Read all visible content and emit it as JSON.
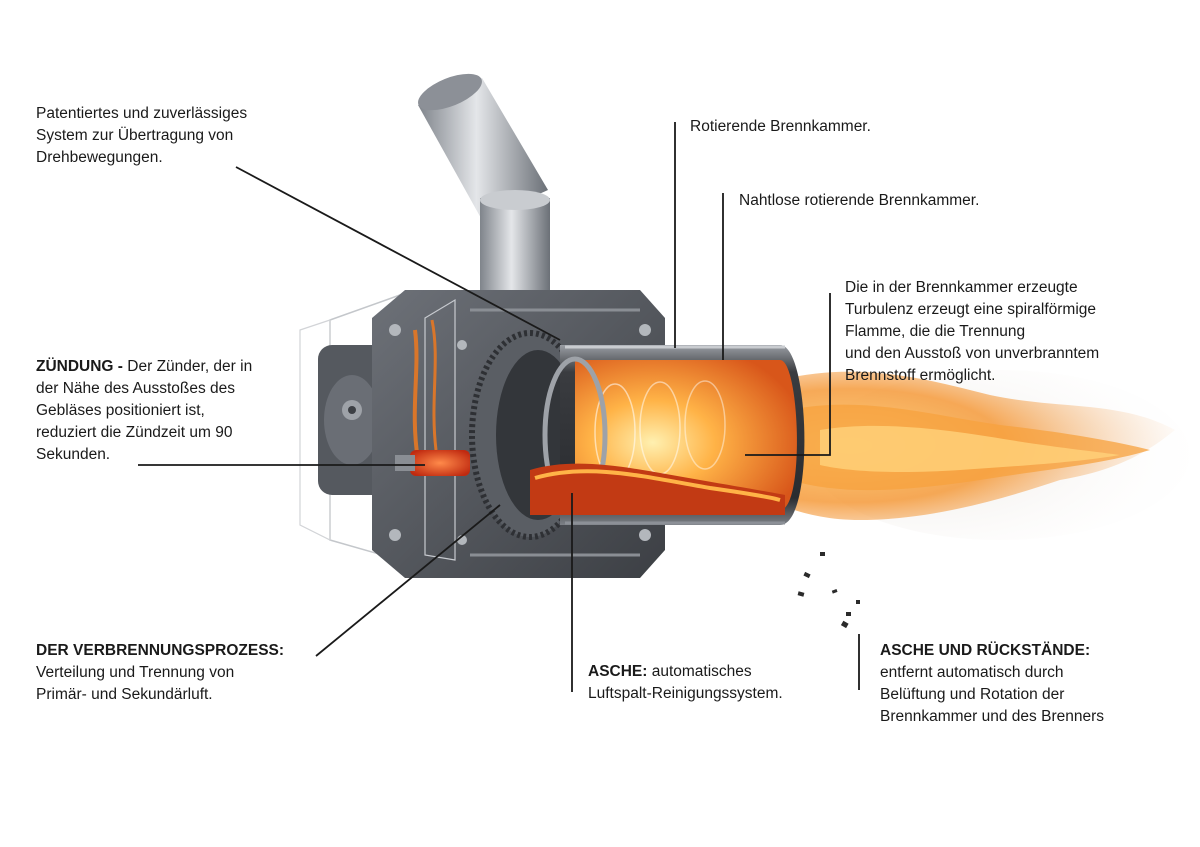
{
  "labels": {
    "drive_system": {
      "lines": [
        "Patentiertes und zuverlässiges",
        "System zur Übertragung von",
        "Drehbewegungen."
      ]
    },
    "rotating_chamber": {
      "lines": [
        "Rotierende Brennkammer."
      ]
    },
    "seamless_chamber": {
      "lines": [
        "Nahtlose rotierende Brennkammer."
      ]
    },
    "turbulence": {
      "lines": [
        "Die in der Brennkammer erzeugte",
        "Turbulenz erzeugt eine spiralförmige",
        "Flamme, die die Trennung",
        "und den Ausstoß von unverbranntem",
        "Brennstoff ermöglicht."
      ]
    },
    "ignition": {
      "heading": "ZÜNDUNG - ",
      "first_line_rest": "Der Zünder, der in",
      "lines": [
        "der Nähe des Ausstoßes des",
        "Gebläses positioniert ist,",
        "reduziert die Zündzeit um 90",
        "Sekunden."
      ]
    },
    "combustion": {
      "heading": "DER VERBRENNUNGSPROZESS:",
      "lines": [
        "Verteilung und Trennung von",
        "Primär- und Sekundärluft."
      ]
    },
    "ash": {
      "heading": "ASCHE:",
      "first_line_rest": " automatisches",
      "lines": [
        "Luftspalt-Reinigungssystem."
      ]
    },
    "ash_residue": {
      "heading": "ASCHE UND RÜCKSTÄNDE:",
      "lines": [
        "entfernt automatisch durch",
        "Belüftung und Rotation der",
        "Brennkammer und des Brenners"
      ]
    }
  },
  "colors": {
    "text": "#1a1a1a",
    "metal_dark": "#4a4d52",
    "metal_light": "#a9adb3",
    "flame_core": "#ffd27a",
    "flame_outer": "#f07a1a",
    "ember": "#e8561a"
  }
}
